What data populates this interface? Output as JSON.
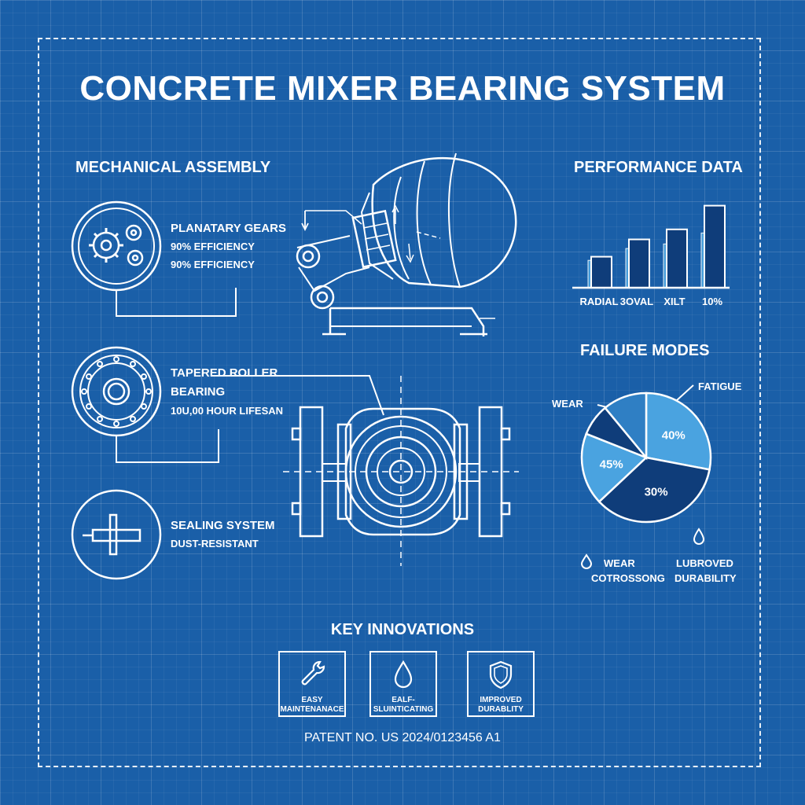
{
  "title": "CONCRETE MIXER BEARING SYSTEM",
  "colors": {
    "background": "#1a5fa8",
    "line": "#ffffff",
    "bar_light": "#4aa3e0",
    "bar_dark": "#0f3d7a",
    "pie_light": "#4aa3e0",
    "pie_mid": "#2f7fc4",
    "pie_dark": "#0f3d7a"
  },
  "mechanical": {
    "heading": "MECHANICAL ASSEMBLY",
    "items": [
      {
        "icon": "gears-icon",
        "label": "PLANATARY GEARS",
        "lines": [
          "90% EFFICIENCY",
          "90% EFFICIENCY"
        ]
      },
      {
        "icon": "roller-bearing-icon",
        "label": "TAPERED ROLLER",
        "label2": "BEARING",
        "lines": [
          "10U,00 HOUR LIFESAN"
        ]
      },
      {
        "icon": "shaft-seal-icon",
        "label": "SEALING SYSTEM",
        "lines": [
          "DUST-RESISTANT"
        ]
      }
    ]
  },
  "performance": {
    "heading": "PERFORMANCE DATA",
    "chart_data": {
      "type": "bar",
      "categories": [
        "RADIAL",
        "3OVAL",
        "XILT",
        "10%"
      ],
      "series": [
        {
          "values": [
            30,
            43,
            48,
            60
          ]
        },
        {
          "values": [
            34,
            53,
            64,
            90
          ]
        }
      ],
      "ylim": [
        0,
        100
      ]
    }
  },
  "failure": {
    "heading": "FAILURE MODES",
    "chart_data": {
      "type": "pie",
      "slices": [
        {
          "label": "40%",
          "value": 28
        },
        {
          "label": "30%",
          "value": 35
        },
        {
          "label": "45%",
          "value": 18
        },
        {
          "label": "",
          "value": 8
        },
        {
          "label": "",
          "value": 11
        }
      ]
    },
    "callouts": {
      "fatigue": "FATIGUE",
      "wear": "WEAR"
    },
    "legend": [
      {
        "icon": "droplet-icon",
        "line1": "WEAR",
        "line2": "COTROSSONG"
      },
      {
        "icon": "droplet-icon",
        "line1": "LUBROVED",
        "line2": "DURABILITY"
      }
    ]
  },
  "innovations": {
    "heading": "KEY INNOVATIONS",
    "items": [
      {
        "icon": "wrench-icon",
        "line1": "EASY",
        "line2": "MAINTENANACE"
      },
      {
        "icon": "droplet-icon",
        "line1": "EALF-",
        "line2": "SLUINTICATING"
      },
      {
        "icon": "shield-icon",
        "line1": "IMPROVED",
        "line2": "DURABLITY"
      }
    ]
  },
  "patent": "PATENT NO. US 2024/0123456 A1"
}
